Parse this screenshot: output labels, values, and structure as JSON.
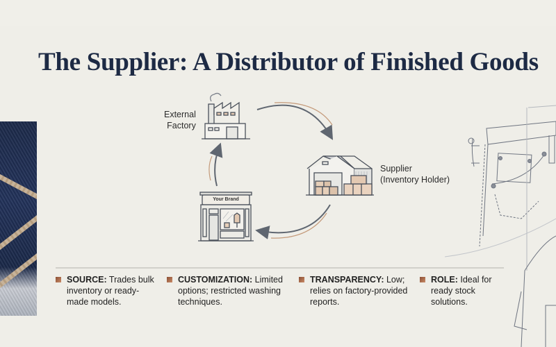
{
  "title": {
    "bold": "The Supplier:",
    "rest": " A Distributor of Finished Goods"
  },
  "colors": {
    "background": "#efeee8",
    "title": "#1d2a44",
    "accent_copper": "#a8694a",
    "arrow_gray": "#5f6670",
    "divider": "#d1d0ca"
  },
  "diagram": {
    "nodes": [
      {
        "id": "factory",
        "label_line1": "External",
        "label_line2": "Factory",
        "icon": "factory-icon"
      },
      {
        "id": "supplier",
        "label_line1": "Supplier",
        "label_line2": "(Inventory Holder)",
        "icon": "warehouse-icon"
      },
      {
        "id": "brand",
        "sign": "Your Brand",
        "icon": "storefront-icon"
      }
    ],
    "flow": [
      "External Factory → Supplier",
      "Supplier → Your Brand",
      "Your Brand → External Factory"
    ]
  },
  "bullets": [
    {
      "key": "SOURCE:",
      "text": " Trades bulk inventory or ready-made models."
    },
    {
      "key": "CUSTOMIZATION:",
      "text": " Limited options; restricted washing techniques."
    },
    {
      "key": "TRANSPARENCY:",
      "text": " Low; relies on factory-provided reports."
    },
    {
      "key": "ROLE:",
      "text": " Ideal for ready stock solutions."
    }
  ]
}
